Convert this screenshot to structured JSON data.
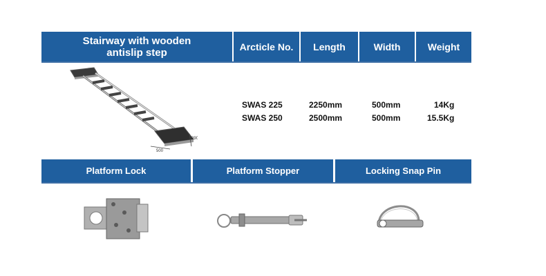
{
  "header": {
    "title_line1": "Stairway with wooden",
    "title_line2": "antislip step",
    "article_no": "Arcticle No.",
    "length": "Length",
    "width": "Width",
    "weight": "Weight"
  },
  "products": [
    {
      "article": "SWAS 225",
      "length": "2250mm",
      "width": "500mm",
      "weight": "14Kg"
    },
    {
      "article": "SWAS 250",
      "length": "2500mm",
      "width": "500mm",
      "weight": "15.5Kg"
    }
  ],
  "stair_dims": {
    "width_label": "500",
    "side_label": "390"
  },
  "accessories": [
    {
      "label": "Platform Lock"
    },
    {
      "label": "Platform Stopper"
    },
    {
      "label": "Locking Snap Pin"
    }
  ],
  "colors": {
    "header_blue": "#1f5f9f",
    "accent_blue": "#3d6ea5"
  },
  "icons": [
    "stairway-illustration",
    "platform-lock-illustration",
    "platform-stopper-illustration",
    "snap-pin-illustration"
  ]
}
